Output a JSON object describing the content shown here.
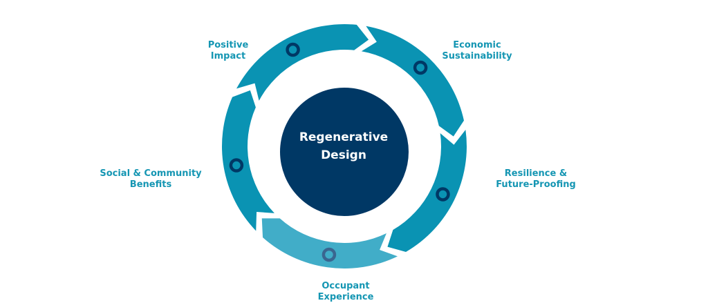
{
  "title": "Regenerative Design",
  "center": {
    "line1": "Regenerative",
    "line2": "Design"
  },
  "segments": [
    {
      "id": "positive-impact",
      "line1": "Positive",
      "line2": "Impact"
    },
    {
      "id": "economic-sustainability",
      "line1": "Economic",
      "line2": "Sustainability"
    },
    {
      "id": "resilience",
      "line1": "Resilience &",
      "line2": "Future-Proofing"
    },
    {
      "id": "occupant-experience",
      "line1": "Occupant",
      "line2": "Experience"
    },
    {
      "id": "social-community",
      "line1": "Social & Community",
      "line2": "Benefits"
    }
  ],
  "colors": {
    "ring": "#0a93b3",
    "ring_light": "#41adc8",
    "center": "#003865",
    "marker": "#003865",
    "marker_light": "#3a6690",
    "label": "#1596b3"
  }
}
